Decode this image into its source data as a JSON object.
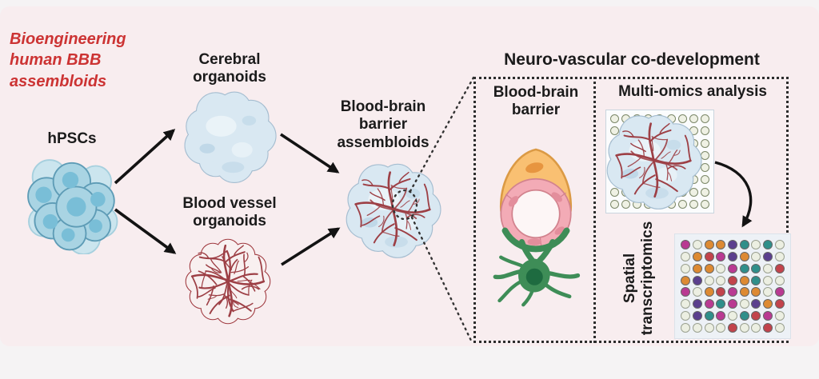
{
  "figure_title": {
    "text": "Bioengineering\nhuman BBB\nassembloids",
    "color": "#cc3333"
  },
  "pipeline": {
    "hpscs_label": "hPSCs",
    "cerebral_label": "Cerebral\norganoids",
    "blood_vessel_label": "Blood vessel\norganoids",
    "assembloid_label": "Blood-brain\nbarrier\nassembloids"
  },
  "codevelopment_panel": {
    "title": "Neuro-vascular co-development",
    "bbb_section_label": "Blood-brain\nbarrier",
    "multiomics_section_label": "Multi-omics analysis",
    "spatial_label": "Spatial\ntranscriptomics"
  },
  "chart_data": {
    "type": "heatmap",
    "title": "Spatial transcriptomics spot grid",
    "rows": 8,
    "cols": 9,
    "cell_codes": [
      "M.OOPT.T.",
      ".ORMPO.P.",
      ".OO.MTT.R",
      "OP..ROT..",
      "M.ORMOO.M",
      ".PMTM.POR",
      ".PTM.TRM.",
      "....R..R."
    ],
    "palette": {
      "M": "#b93a92",
      "O": "#dd8a33",
      "P": "#5b3f8e",
      "T": "#2f8f8a",
      "R": "#c2434c",
      ".": "#ecefe2"
    }
  },
  "capture_grid": {
    "rows": 8,
    "cols": 9
  }
}
